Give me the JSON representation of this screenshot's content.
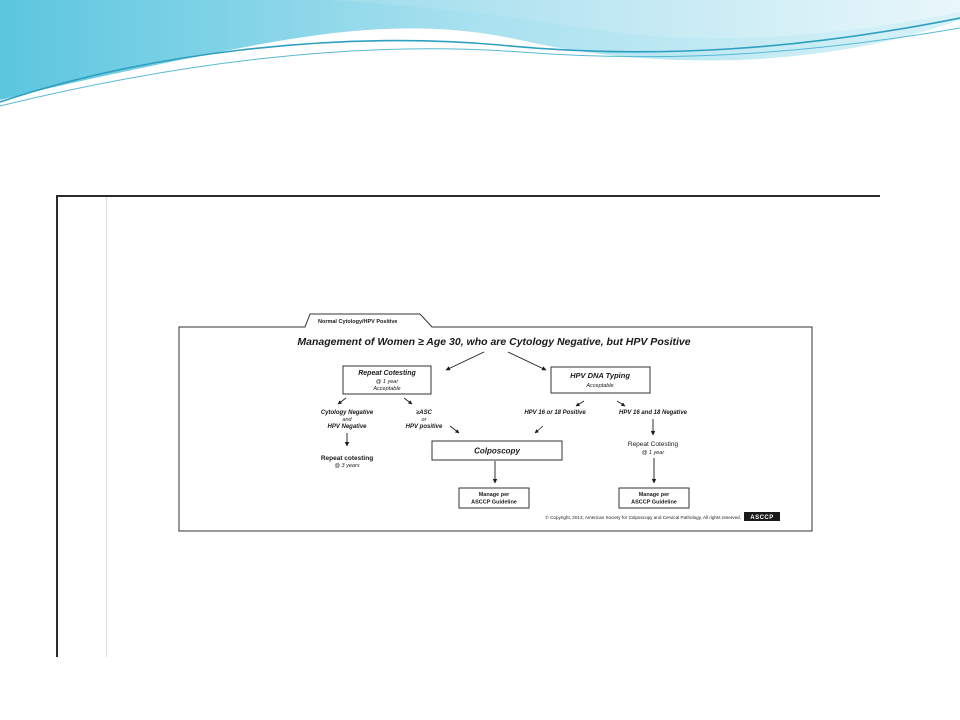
{
  "tab_label": "Normal Cytology/HPV Positive",
  "title": "Management of Women ≥ Age 30, who are Cytology Negative, but HPV Positive",
  "repeat_cotesting_box": {
    "title": "Repeat Cotesting",
    "sub1": "@ 1 year",
    "sub2": "Acceptable"
  },
  "hpv_typing_box": {
    "title": "HPV DNA Typing",
    "sub": "Acceptable"
  },
  "cytology_negative": {
    "line1": "Cytology Negative",
    "line2": "and",
    "line3": "HPV Negative"
  },
  "asc_positive": {
    "line1": "≥ASC",
    "line2": "or",
    "line3": "HPV positive"
  },
  "hpv_16_18_positive": "HPV 16 or 18 Positive",
  "hpv_16_18_negative": "HPV 16 and 18 Negative",
  "repeat_cotesting_3yr": {
    "line1": "Repeat cotesting",
    "line2": "@ 3 years"
  },
  "repeat_cotesting_1yr": {
    "line1": "Repeat Cotesting",
    "line2": "@ 1 year"
  },
  "colposcopy_box": "Colposcopy",
  "manage_left": {
    "line1": "Manage per",
    "line2": "ASCCP Guideline"
  },
  "manage_right": {
    "line1": "Manage per",
    "line2": "ASCCP Guideline"
  },
  "copyright": "© Copyright, 2013, American Society for Colposcopy and Cervical Pathology. All rights reserved.",
  "logo_text": "ASCCP",
  "colors": {
    "banner_teal": "#3fb8d4",
    "banner_light": "#bfe8f3",
    "ink": "#1a1a1a"
  }
}
